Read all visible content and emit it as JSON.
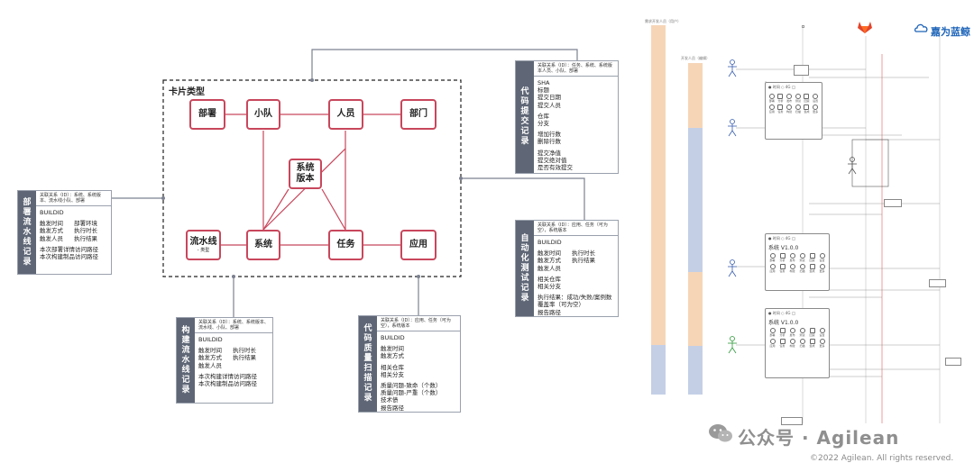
{
  "diagram": {
    "frame_title": "卡片类型",
    "nodes": {
      "dept": "部署",
      "team": "小队",
      "person": "人员",
      "department": "部门",
      "system_version": "系统\n版本",
      "pipeline": "流水线",
      "pipeline_sub": "- 类型",
      "system": "系统",
      "task": "任务",
      "app": "应用"
    },
    "cards": {
      "deploy": {
        "side": "部署流水线记录",
        "relation": "关联关系（ID）：系统、系统版本、流水线小队、部署",
        "fields": [
          "BUILDID",
          "",
          "触发时间|部署环境",
          "触发方式|执行时长",
          "触发人员|执行结果",
          "",
          "本次部署详情访问路径",
          "本次构建制品访问路径"
        ]
      },
      "build": {
        "side": "构建流水线记录",
        "relation": "关联关系（ID）：系统、系统版本、流水线、小队、部署",
        "fields": [
          "BUILDID",
          "",
          "触发时间|执行时长",
          "触发方式|执行结果",
          "触发人员",
          "",
          "本次构建详情访问路径",
          "本次构建制品访问路径"
        ]
      },
      "scan": {
        "side": "代码质量扫描记录",
        "relation": "关联关系（ID）：应用、任务（可为空），系统版本",
        "fields": [
          "BUILDID",
          "",
          "触发时间",
          "触发方式",
          "",
          "相关仓库",
          "相关分支",
          "",
          "质量问题-致命（个数）",
          "质量问题-严重（个数）",
          "技术债",
          "报告路径"
        ]
      },
      "commit": {
        "side": "代码提交记录",
        "relation": "关联关系（ID）：任务、系统、系统版本人员、小队、部署",
        "fields": [
          "SHA",
          "标题",
          "提交日期",
          "提交人员",
          "",
          "仓库",
          "分支",
          "",
          "增加行数",
          "删除行数",
          "",
          "提交净值",
          "提交绝对值",
          "是否有效提交"
        ]
      },
      "autotest": {
        "side": "自动化测试记录",
        "relation": "关联关系（ID）：应用、任务（可为空），系统版本",
        "fields": [
          "BUILDID",
          "",
          "触发时间|执行时长",
          "触发方式|执行结果",
          "触发人员",
          "",
          "相关仓库",
          "相关分支",
          "",
          "执行结果：成功/失败/案例数",
          "覆盖率（可为空）",
          "报告路径"
        ]
      }
    },
    "colors": {
      "node_border": "#c8475c",
      "card_side": "#5f6776",
      "lane_orange": "#f6d5b7",
      "lane_blue": "#c4cfe6",
      "red_line": "#e05a5a"
    }
  },
  "swimlane": {
    "col1_label": "需求开发人员（用户）",
    "col2_label": "开发人员（编辑）",
    "phone1": {
      "header": "● 时间 ○ 4G ◯",
      "version": "",
      "items": [
        "部署",
        "分析",
        "发布",
        "测试",
        "回滚",
        "设置",
        "应用",
        "任务",
        "构建",
        "扫描",
        "集成",
        "更多"
      ]
    },
    "phone2": {
      "header": "● 时间 ○ 4G ◯",
      "version": "系统 V1.0.0",
      "items": [
        "部署",
        "分析",
        "发布",
        "测试",
        "回滚",
        "设置",
        "应用",
        "任务",
        "构建",
        "扫描",
        "集成",
        "更多"
      ]
    },
    "phone3": {
      "header": "● 时间 ○ 4G ◯",
      "version": "系统 V1.0.0",
      "items": [
        "部署",
        "分析",
        "发布",
        "测试",
        "回滚",
        "设置",
        "应用",
        "任务",
        "构建",
        "扫描",
        "集成",
        "更多"
      ]
    },
    "brand": "嘉为蓝鲸"
  },
  "watermark": "公众号 · Agilean",
  "copyright": "©2022 Agilean. All rights reserved."
}
